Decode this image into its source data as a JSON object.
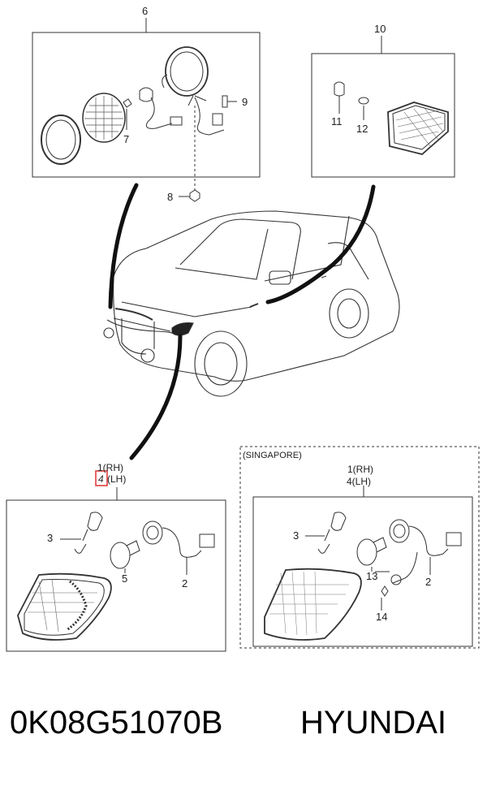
{
  "diagram": {
    "box_top_left_num": "6",
    "box_top_right_num": "10",
    "labels": {
      "p7": "7",
      "p8": "8",
      "p9": "9",
      "p11": "11",
      "p12": "12"
    },
    "lower_left": {
      "rh": "1(RH)",
      "lh": "(LH)",
      "lh_num": "4",
      "p3": "3",
      "p5": "5",
      "p2": "2"
    },
    "lower_right": {
      "region": "(SINGAPORE)",
      "rh": "1(RH)",
      "lh": "4(LH)",
      "p3": "3",
      "p13": "13",
      "p2": "2",
      "p14": "14"
    },
    "highlight_color": "#e03030"
  },
  "footer": {
    "part_number": "0K08G51070B",
    "brand": "HYUNDAI"
  }
}
